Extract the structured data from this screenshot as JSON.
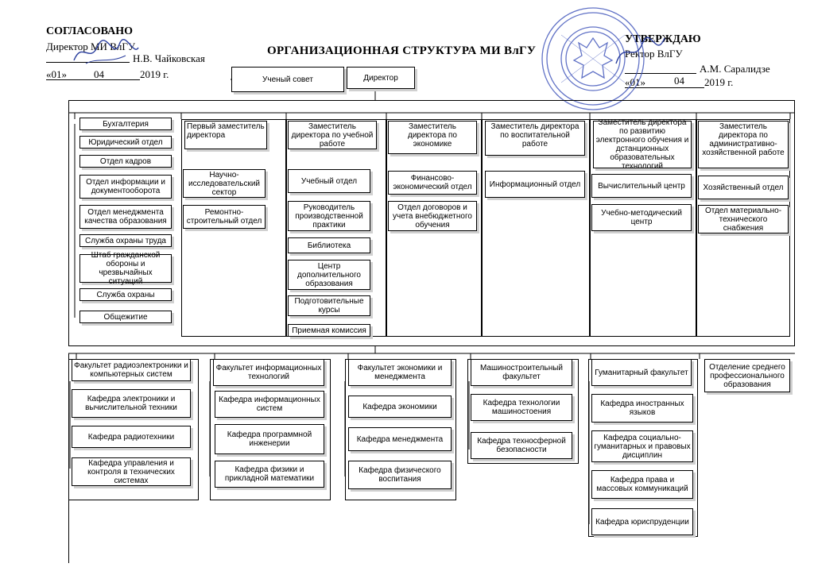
{
  "header": {
    "left": {
      "title": "СОГЛАСОВАНО",
      "line1": "Директор МИ ВлГУ",
      "name": "Н.В. Чайковская",
      "date_day": "«01»",
      "date_month": "04",
      "date_year": "2019 г."
    },
    "center_title": "ОРГАНИЗАЦИОННАЯ СТРУКТУРА  МИ ВлГУ",
    "right": {
      "title": "УТВЕРЖДАЮ",
      "line1": "Ректор ВлГУ",
      "name": "А.М. Саралидзе",
      "date_day": "«01»",
      "date_month": "04",
      "date_year": "2019 г."
    }
  },
  "top": {
    "council": "Ученый совет",
    "director": "Директор"
  },
  "left_units": [
    "Бухгалтерия",
    "Юридический отдел",
    "Отдел кадров",
    "Отдел информации и документооборота",
    "Отдел менеджмента качества образования",
    "Служба охраны труда",
    "Штаб гражданской обороны и чрезвычайных ситуаций",
    "Служба охраны",
    "Общежитие"
  ],
  "deputies": [
    {
      "head": "Первый заместитель директора",
      "units": [
        "Научно-исследовательский сектор",
        "Ремонтно-строительный отдел"
      ]
    },
    {
      "head": "Заместитель директора по учебной работе",
      "units": [
        "Учебный отдел",
        "Руководитель производственной практики",
        "Библиотека",
        "Центр дополнительного образования",
        "Подготовительные курсы",
        "Приемная комиссия"
      ]
    },
    {
      "head": "Заместитель директора по экономике",
      "units": [
        "Финансово-экономический отдел",
        "Отдел договоров и учета внебюджетного обучения"
      ]
    },
    {
      "head": "Заместитель директора по воспитательной работе",
      "units": [
        "Информационный отдел"
      ]
    },
    {
      "head": "Заместитель директора по развитию электронного обучения и дстанционных образовательных технологий",
      "units": [
        "Вычислительный центр",
        "Учебно-методический центр"
      ]
    },
    {
      "head": "Заместитель директора по административно-хозяйственной работе",
      "units": [
        "Хозяйственный отдел",
        "Отдел материально-технического снабжения"
      ]
    }
  ],
  "faculties": [
    {
      "name": "Факультет радиоэлектроники и компьютерных систем",
      "depts": [
        "Кафедра электроники и вычислительной техники",
        "Кафедра радиотехники",
        "Кафедра управления и контроля в технических системах"
      ]
    },
    {
      "name": "Факультет информационных технологий",
      "depts": [
        "Кафедра информационных систем",
        "Кафедра программной инженерии",
        "Кафедра физики и прикладной математики"
      ]
    },
    {
      "name": "Факультет экономики и менеджмента",
      "depts": [
        "Кафедра экономики",
        "Кафедра менеджмента",
        "Кафедра физического воспитания"
      ]
    },
    {
      "name": "Машиностроительный факультет",
      "depts": [
        "Кафедра технологии машиностоения",
        "Кафедра техносферной безопасности"
      ]
    },
    {
      "name": "Гуманитарный факультет",
      "depts": [
        "Кафедра иностранных языков",
        "Кафедра социально-гуманитарных и правовых дисциплин",
        "Кафедра права и массовых коммуникаций",
        "Кафедра юриспруденции"
      ]
    },
    {
      "name": "Отделение среднего профессионального образования",
      "depts": []
    }
  ],
  "stamp": {
    "icon": "seal-stamp-icon",
    "color": "#3a4fb8"
  },
  "colors": {
    "line": "#000000",
    "shadow": "#d0d0d0",
    "signature": "#2b3f9e"
  }
}
